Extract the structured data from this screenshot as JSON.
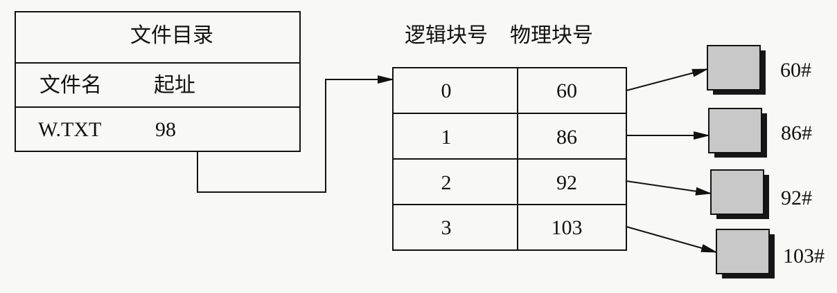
{
  "directory": {
    "title": "文件目录",
    "header_name": "文件名",
    "header_addr": "起址",
    "file_name": "W.TXT",
    "start_addr": "98"
  },
  "index_table": {
    "header_logical": "逻辑块号",
    "header_physical": "物理块号",
    "rows": [
      {
        "logical": "0",
        "physical": "60"
      },
      {
        "logical": "1",
        "physical": "86"
      },
      {
        "logical": "2",
        "physical": "92"
      },
      {
        "logical": "3",
        "physical": "103"
      }
    ]
  },
  "blocks": [
    "60#",
    "86#",
    "92#",
    "103#"
  ],
  "colors": {
    "line": "#111111",
    "block_fill": "#c8c8c8",
    "block_shadow": "#161616"
  }
}
